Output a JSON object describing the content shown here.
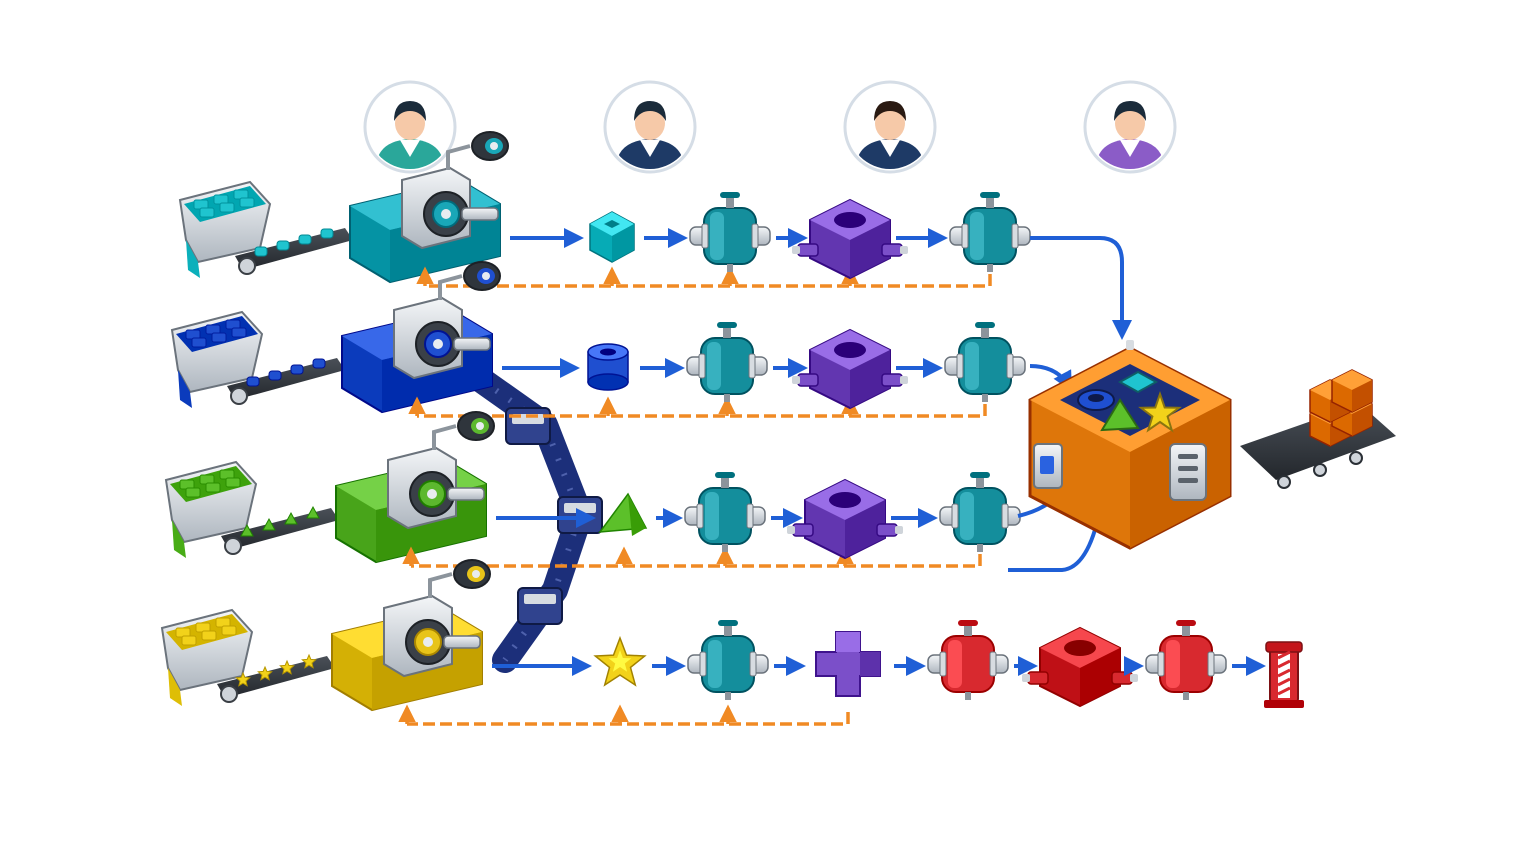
{
  "colors": {
    "background": "#ffffff",
    "flow_arrow": "#1f5fd6",
    "feedback_arrow": "#f08a24",
    "lane_1": "#19a7b8",
    "lane_2": "#1f4fd0",
    "lane_3": "#5cb82e",
    "lane_4": "#e8c419",
    "filter_module": "#7b4fc9",
    "valve_module": "#148e9c",
    "failure_module": "#d8292f",
    "merge_box": "#f28a1e",
    "output_blocks": "#f07d14",
    "bus": "#1c2f7a"
  },
  "avatars": [
    {
      "icon": "person-avatar-icon",
      "shirt": "#2aa79a",
      "hair": "#1b2b3a"
    },
    {
      "icon": "person-avatar-icon",
      "shirt": "#1e3a66",
      "hair": "#1b2b3a"
    },
    {
      "icon": "person-avatar-icon",
      "shirt": "#1e3a66",
      "hair": "#2a1a12"
    },
    {
      "icon": "person-avatar-icon",
      "shirt": "#8b5cc7",
      "hair": "#1b2b3a"
    }
  ],
  "lanes": [
    {
      "machine_color": "#19a7b8",
      "token_shape": "cube",
      "token_color": "#1fc4cf",
      "stages": [
        "valve-module",
        "filter-module",
        "valve-module"
      ],
      "outcome": "merge"
    },
    {
      "machine_color": "#1f4fd0",
      "token_shape": "cylinder",
      "token_color": "#1f4fd0",
      "stages": [
        "valve-module",
        "filter-module",
        "valve-module"
      ],
      "outcome": "merge"
    },
    {
      "machine_color": "#5cb82e",
      "token_shape": "pyramid",
      "token_color": "#5cc02a",
      "stages": [
        "valve-module",
        "filter-module",
        "valve-module"
      ],
      "outcome": "merge"
    },
    {
      "machine_color": "#e8c419",
      "token_shape": "star",
      "token_color": "#f2d21a",
      "stages": [
        "valve-module",
        "cross-block",
        "failure-valve",
        "failure-filter",
        "failure-valve"
      ],
      "outcome": "stop-barrier"
    }
  ],
  "merge_box": {
    "icon": "sorting-box-icon",
    "slots": [
      "#1f4fd0",
      "#1fc4cf",
      "#5cc02a",
      "#f2d21a"
    ]
  },
  "output": {
    "icon": "output-crates-icon",
    "color": "#f07d14"
  }
}
